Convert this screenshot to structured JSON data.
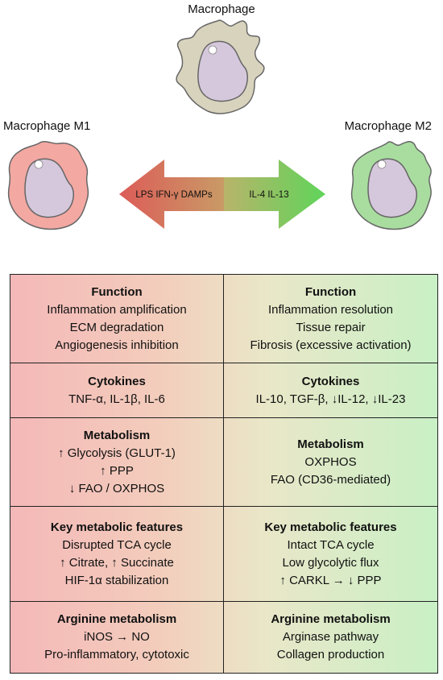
{
  "labels": {
    "macrophage": "Macrophage",
    "m1": "Macrophage M1",
    "m2": "Macrophage M2"
  },
  "arrows": {
    "left_text": "LPS IFN-γ DAMPs",
    "right_text": "IL-4 IL-13",
    "left_color_start": "#dc5c58",
    "left_color_end": "#c99a66",
    "right_color_start": "#b8b46a",
    "right_color_end": "#5fd45a"
  },
  "colors": {
    "m1_membrane": "#f3a8a2",
    "m0_membrane": "#d8d3bd",
    "m2_membrane": "#a8dd9f",
    "nucleus": "#d6c8dc"
  },
  "rows": [
    {
      "m1": {
        "title": "Function",
        "lines": [
          "Inflammation amplification",
          "ECM degradation",
          "Angiogenesis inhibition"
        ]
      },
      "m2": {
        "title": "Function",
        "lines": [
          "Inflammation resolution",
          "Tissue repair",
          "Fibrosis (excessive activation)"
        ]
      }
    },
    {
      "m1": {
        "title": "Cytokines",
        "lines": [
          "TNF-α, IL-1β, IL-6"
        ]
      },
      "m2": {
        "title": "Cytokines",
        "lines": [
          "IL-10, TGF-β, ↓IL-12, ↓IL-23"
        ]
      }
    },
    {
      "m1": {
        "title": "Metabolism",
        "lines": [
          "↑ Glycolysis (GLUT-1)",
          "↑ PPP",
          "↓ FAO / OXPHOS"
        ]
      },
      "m2": {
        "title": "Metabolism",
        "lines": [
          "OXPHOS",
          "FAO (CD36-mediated)"
        ]
      }
    },
    {
      "m1": {
        "title": "Key metabolic features",
        "lines": [
          "Disrupted TCA cycle",
          "↑ Citrate, ↑ Succinate",
          "HIF-1α stabilization"
        ]
      },
      "m2": {
        "title": "Key metabolic features",
        "lines": [
          "Intact TCA cycle",
          "Low glycolytic flux",
          "↑ CARKL → ↓ PPP"
        ]
      }
    },
    {
      "m1": {
        "title": "Arginine metabolism",
        "lines": [
          "iNOS → NO",
          "Pro-inflammatory, cytotoxic"
        ]
      },
      "m2": {
        "title": "Arginine metabolism",
        "lines": [
          "Arginase pathway",
          "Collagen production"
        ]
      }
    }
  ]
}
